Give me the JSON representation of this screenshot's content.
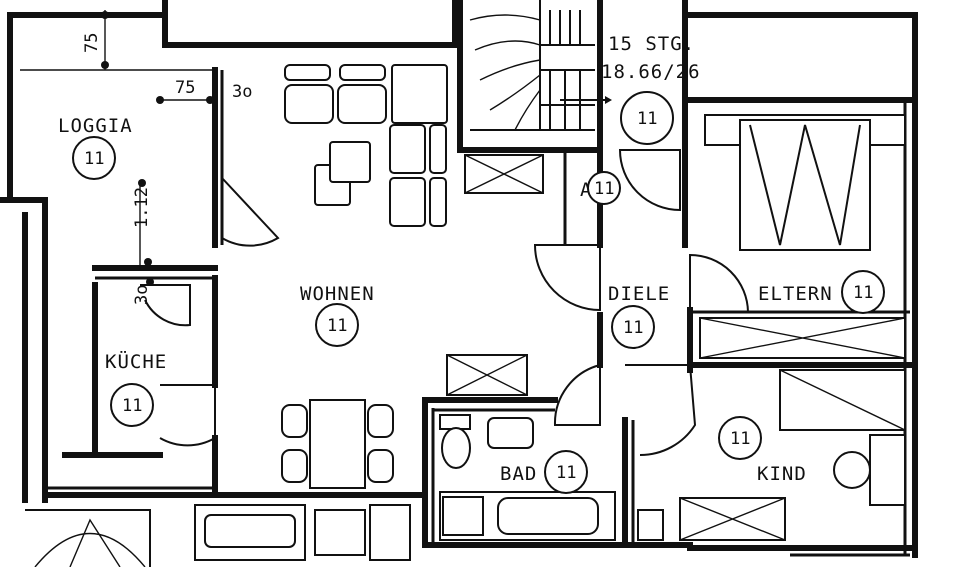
{
  "rooms": {
    "loggia": {
      "name": "LOGGIA",
      "badge": "11"
    },
    "kueche": {
      "name": "KÜCHE",
      "badge": "11"
    },
    "wohnen": {
      "name": "WOHNEN",
      "badge": "11"
    },
    "diele": {
      "name": "DIELE",
      "badge": "11"
    },
    "eltern": {
      "name": "ELTERN",
      "badge": "11"
    },
    "bad": {
      "name": "BAD",
      "badge": "11"
    },
    "kind": {
      "name": "KIND",
      "badge": "11"
    },
    "a11": {
      "name": "A",
      "badge": "11"
    }
  },
  "stairs": {
    "label": "15 STG.",
    "ratio": "18.66/26",
    "badge": "11"
  },
  "dimensions": {
    "d75_top": "75",
    "d75": "75",
    "d30_top": "3o",
    "d112": "1.12",
    "d30_kueche": "3o"
  }
}
